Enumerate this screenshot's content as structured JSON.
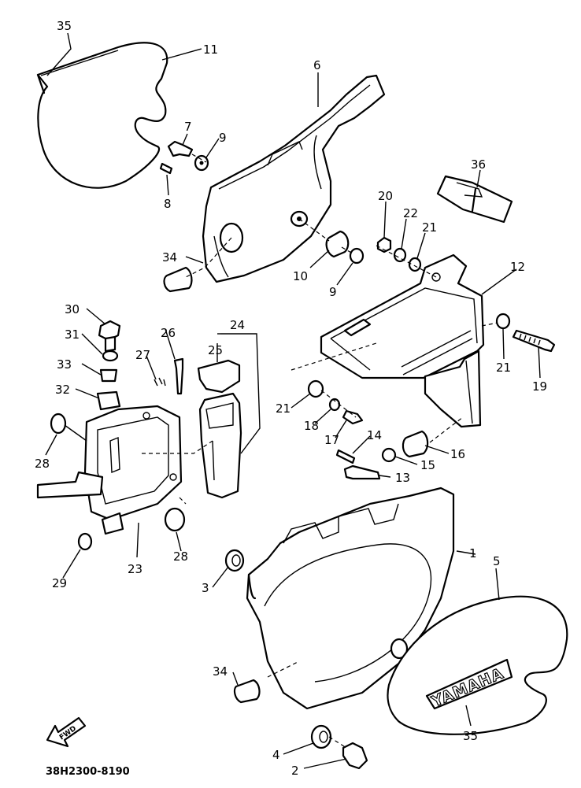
{
  "diagram": {
    "callouts": {
      "c1": "1",
      "c2": "2",
      "c3": "3",
      "c4": "4",
      "c5": "5",
      "c6": "6",
      "c7": "7",
      "c8": "8",
      "c9a": "9",
      "c9b": "9",
      "c10": "10",
      "c11": "11",
      "c12": "12",
      "c13": "13",
      "c14": "14",
      "c15": "15",
      "c16": "16",
      "c17": "17",
      "c18": "18",
      "c19": "19",
      "c20": "20",
      "c21a": "21",
      "c21b": "21",
      "c21c": "21",
      "c22": "22",
      "c23": "23",
      "c24": "24",
      "c25": "25",
      "c26": "26",
      "c27": "27",
      "c28a": "28",
      "c28b": "28",
      "c29": "29",
      "c30": "30",
      "c31": "31",
      "c32": "32",
      "c33": "33",
      "c34a": "34",
      "c34b": "34",
      "c35a": "35",
      "c35b": "35",
      "c36": "36"
    },
    "emblem_text": "YAMAHA",
    "direction_label": "FWD",
    "figure_code": "38H2300-8190"
  }
}
